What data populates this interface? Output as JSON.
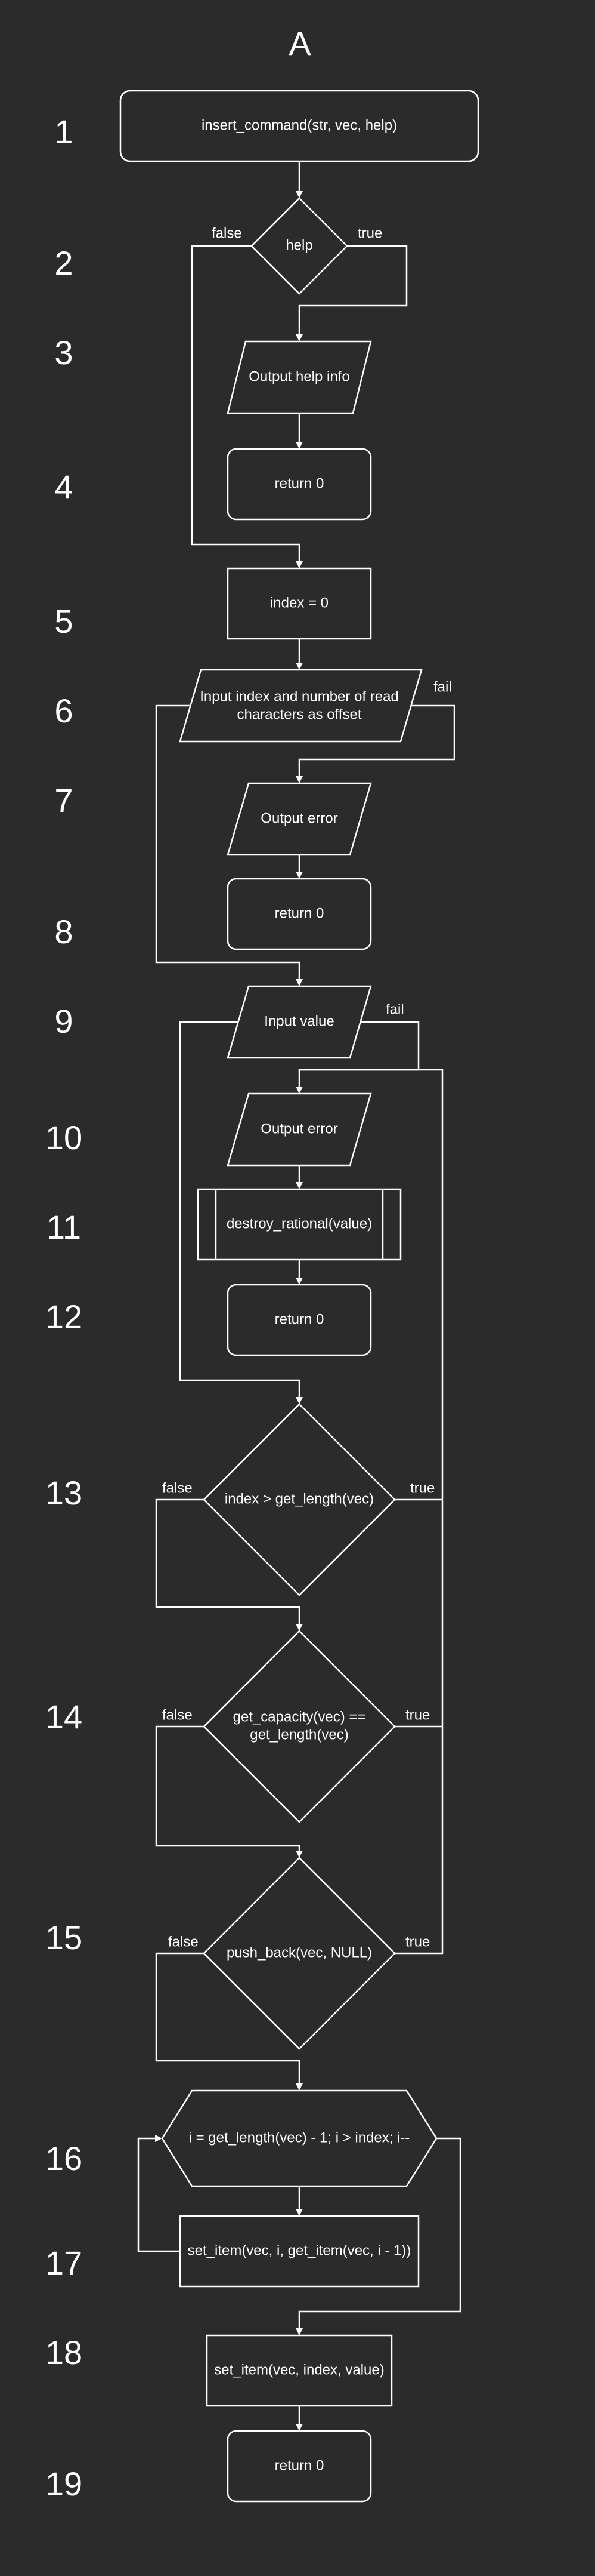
{
  "diagram": {
    "title": "A",
    "row_numbers": [
      "1",
      "2",
      "3",
      "4",
      "5",
      "6",
      "7",
      "8",
      "9",
      "10",
      "11",
      "12",
      "13",
      "14",
      "15",
      "16",
      "17",
      "18",
      "19"
    ],
    "nodes": {
      "start": "insert_command(str, vec, help)",
      "help": "help",
      "output_help": "Output help info",
      "return_help": "return 0",
      "index_zero": "index = 0",
      "input_index_l1": "Input index and number of read",
      "input_index_l2": "characters as offset",
      "output_error_1": "Output error",
      "return_error_1": "return 0",
      "input_value": "Input value",
      "output_error_2": "Output error",
      "destroy": "destroy_rational(value)",
      "return_error_2": "return 0",
      "cond_index": "index > get_length(vec)",
      "cond_capacity_l1": "get_capacity(vec) ==",
      "cond_capacity_l2": "get_length(vec)",
      "cond_push": "push_back(vec, NULL)",
      "loop": "i = get_length(vec) - 1; i > index; i--",
      "set_item_loop": "set_item(vec, i, get_item(vec, i - 1))",
      "set_item_final": "set_item(vec, index, value)",
      "return_final": "return 0"
    },
    "edge_labels": {
      "help_false": "false",
      "help_true": "true",
      "input_index_fail": "fail",
      "input_value_fail": "fail",
      "cond_index_false": "false",
      "cond_index_true": "true",
      "cond_capacity_false": "false",
      "cond_capacity_true": "true",
      "cond_push_false": "false",
      "cond_push_true": "true"
    }
  }
}
